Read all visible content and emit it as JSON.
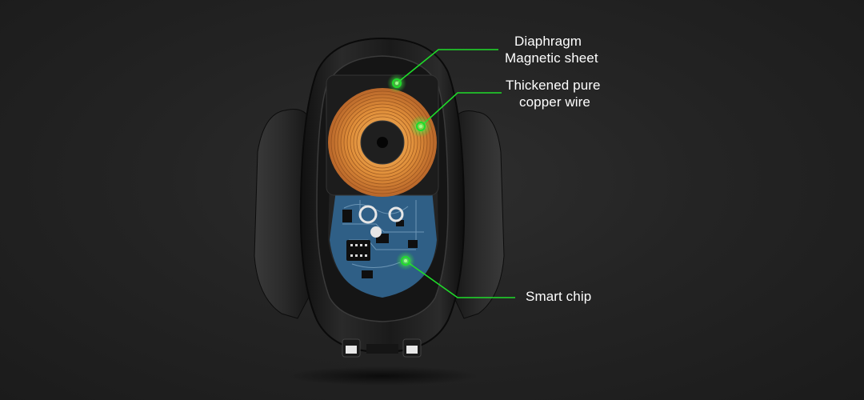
{
  "colors": {
    "background": "#222222",
    "accent_green": "#1fdc2a",
    "copper": "#e0903a",
    "pcb_blue": "#2f5f86",
    "holder_black": "#161616"
  },
  "callouts": [
    {
      "lines": [
        "Diaphragm",
        "Magnetic sheet"
      ]
    },
    {
      "lines": [
        "Thickened pure",
        "copper wire"
      ]
    },
    {
      "lines": [
        "Smart chip"
      ]
    }
  ]
}
